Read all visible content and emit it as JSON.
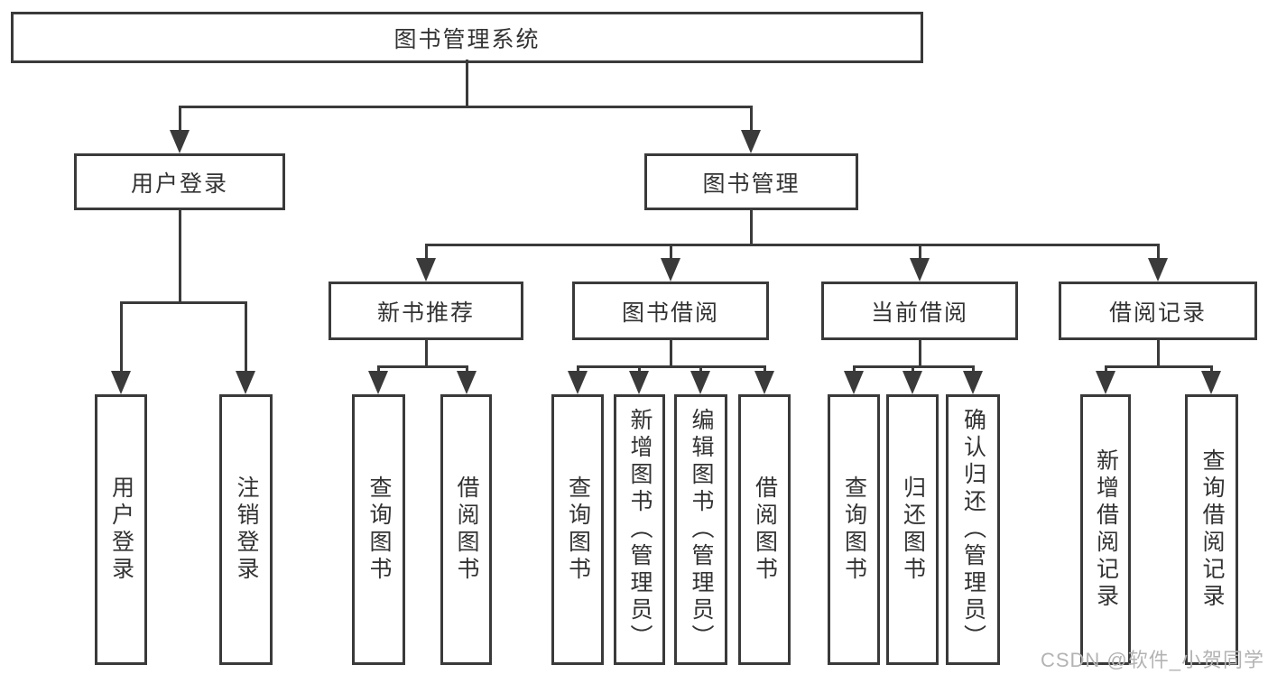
{
  "tree": {
    "root": {
      "label": "图书管理系统",
      "children": [
        {
          "label": "用户登录",
          "children": [
            {
              "label": "用户登录"
            },
            {
              "label": "注销登录"
            }
          ]
        },
        {
          "label": "图书管理",
          "children": [
            {
              "label": "新书推荐",
              "children": [
                {
                  "label": "查询图书"
                },
                {
                  "label": "借阅图书"
                }
              ]
            },
            {
              "label": "图书借阅",
              "children": [
                {
                  "label": "查询图书"
                },
                {
                  "label": "新增图书（管理员）"
                },
                {
                  "label": "编辑图书（管理员）"
                },
                {
                  "label": "借阅图书"
                }
              ]
            },
            {
              "label": "当前借阅",
              "children": [
                {
                  "label": "查询图书"
                },
                {
                  "label": "归还图书"
                },
                {
                  "label": "确认归还（管理员）"
                }
              ]
            },
            {
              "label": "借阅记录",
              "children": [
                {
                  "label": "新增借阅记录"
                },
                {
                  "label": "查询借阅记录"
                }
              ]
            }
          ]
        }
      ]
    }
  },
  "watermark": {
    "text": "CSDN @软件_小贺同学"
  },
  "colors": {
    "line": "#3a3a3a",
    "text": "#333333",
    "watermark": "#b3b3b3",
    "background": "#ffffff"
  }
}
